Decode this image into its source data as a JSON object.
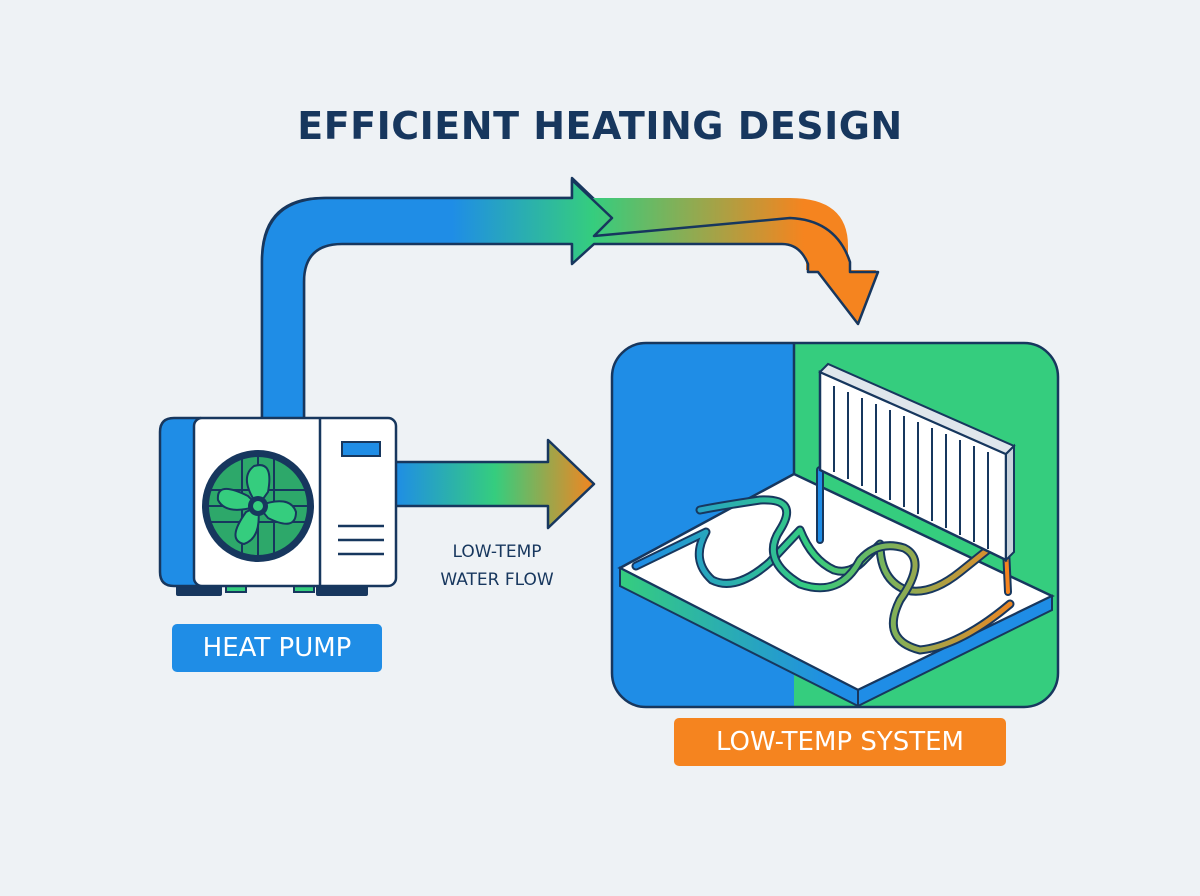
{
  "title": "EFFICIENT HEATING DESIGN",
  "flow_label": {
    "line1": "LOW-TEMP",
    "line2": "WATER FLOW"
  },
  "heat_pump_label": "HEAT PUMP",
  "system_label": "LOW-TEMP SYSTEM",
  "colors": {
    "outline": "#17375e",
    "blue": "#1f8de6",
    "green": "#35cd7e",
    "orange": "#f5841f",
    "background": "#eef2f5"
  }
}
